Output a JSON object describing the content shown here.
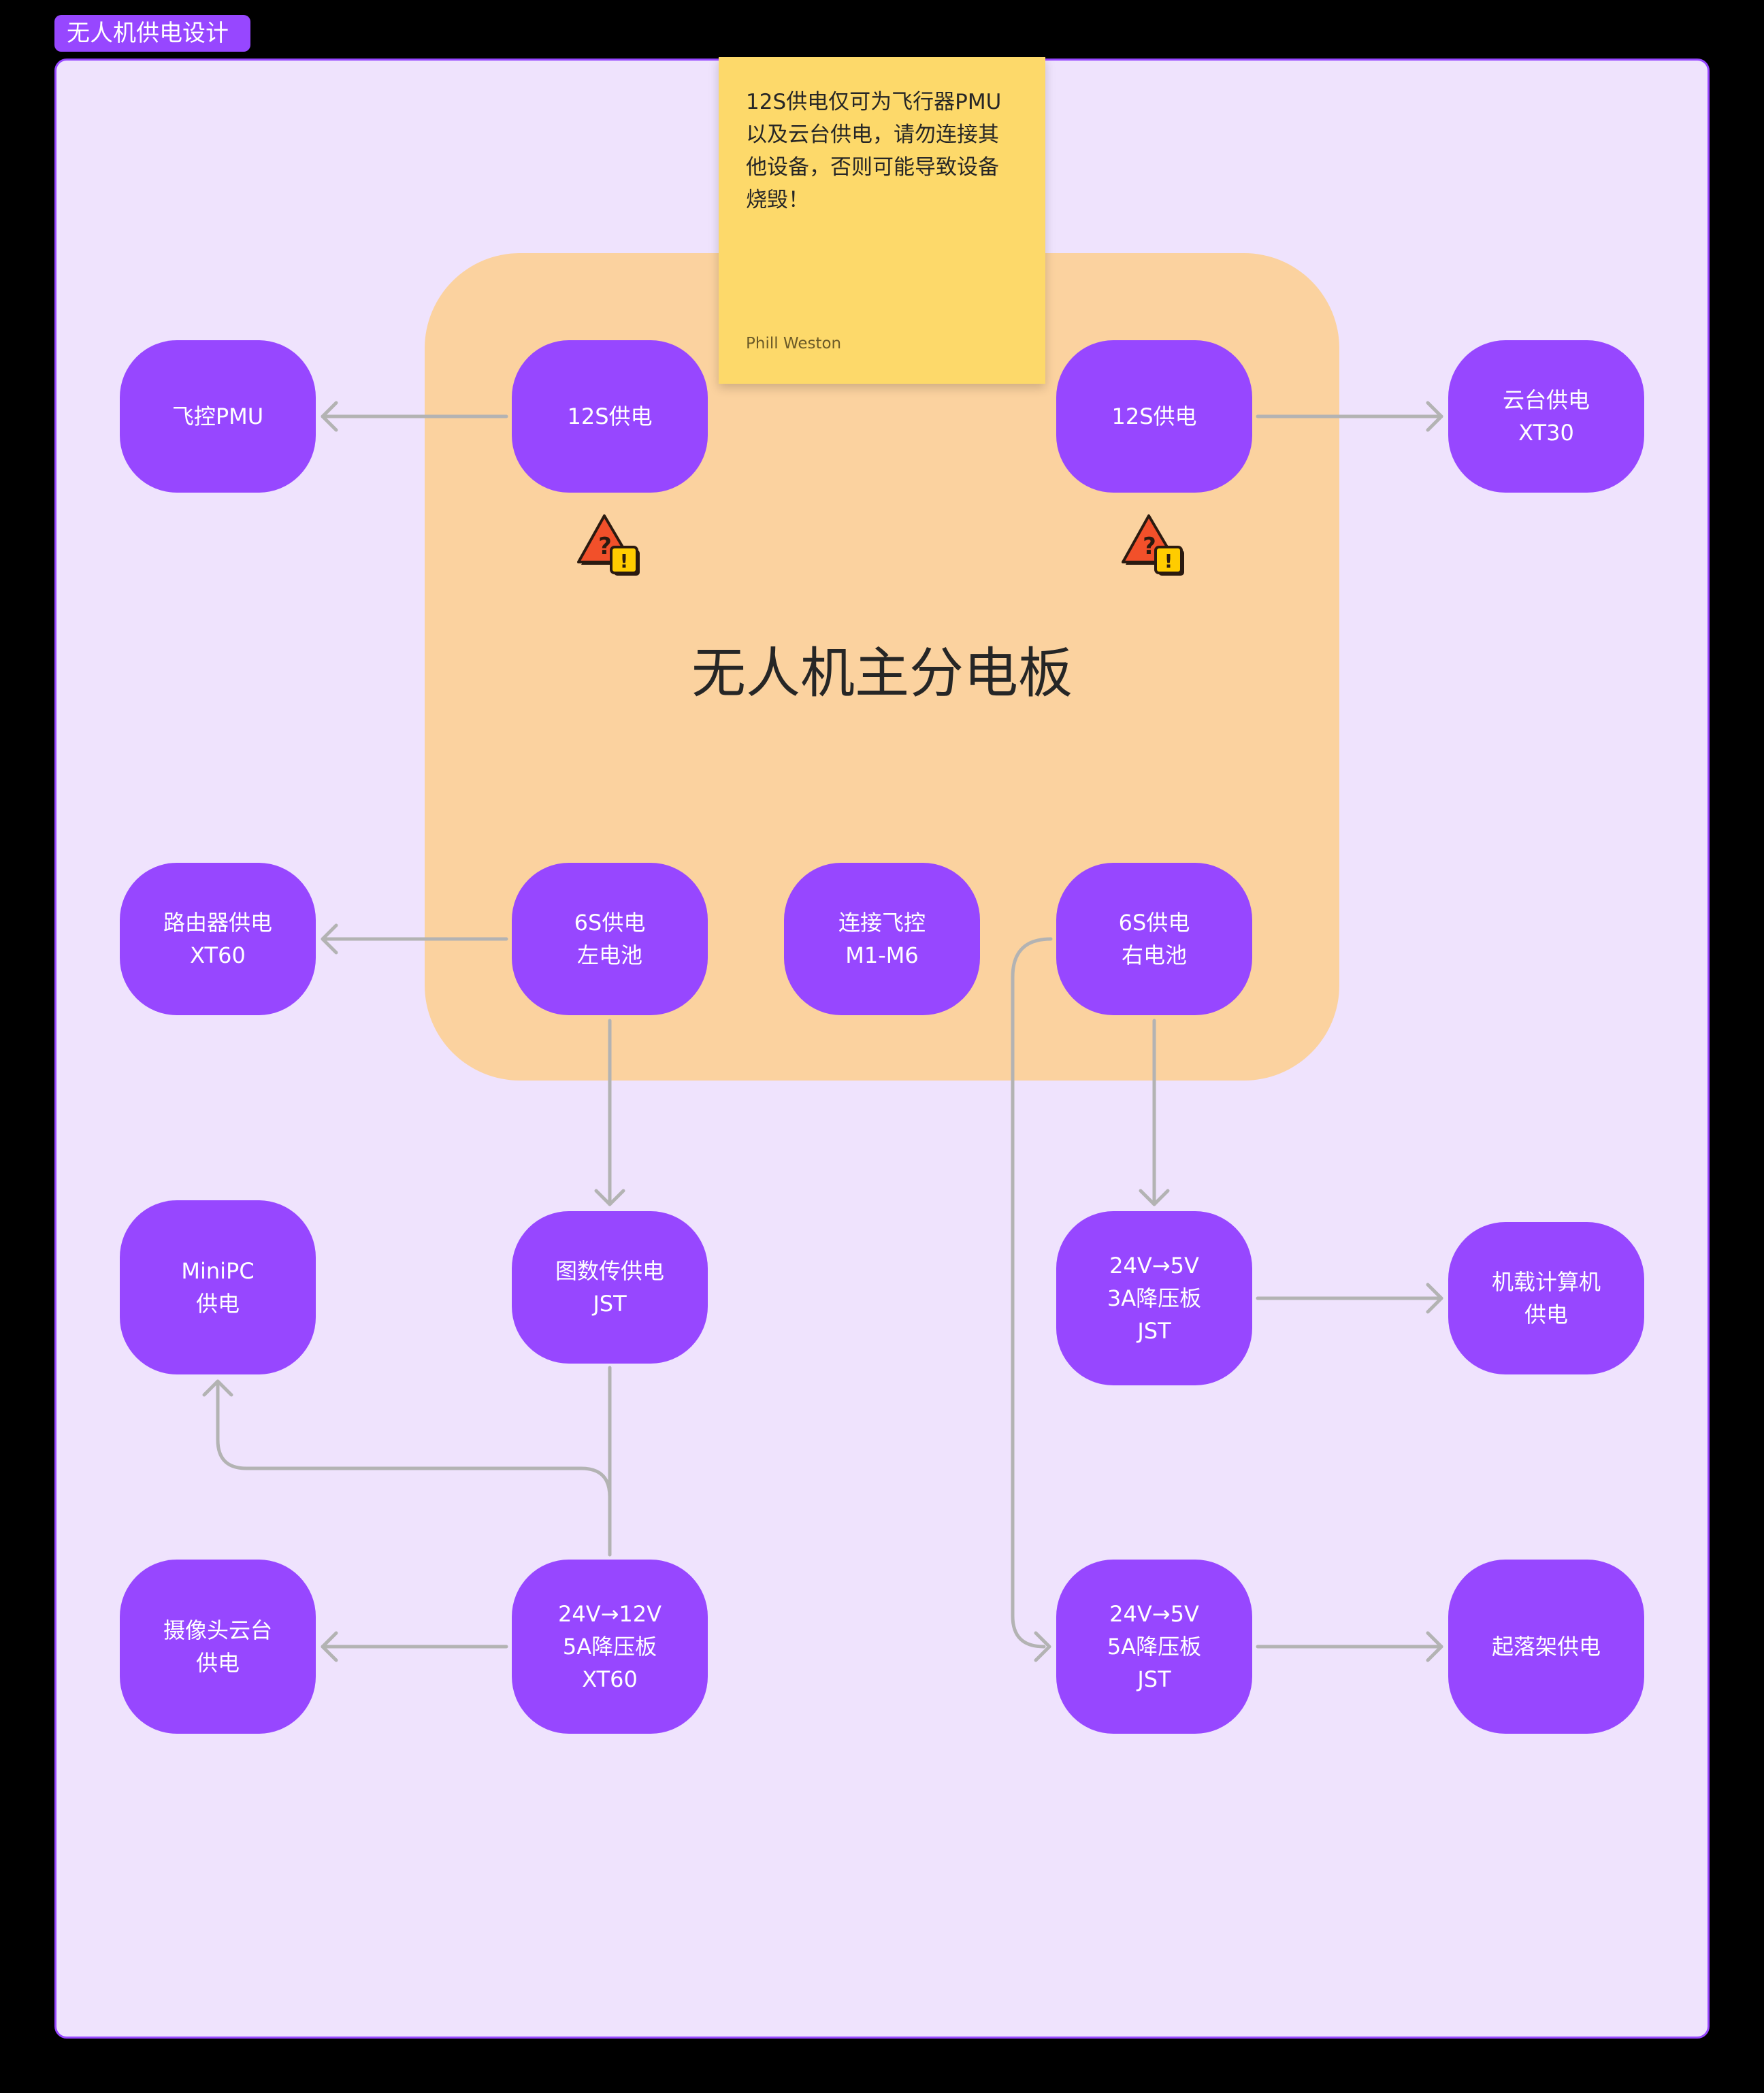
{
  "frame": {
    "label": "无人机供电设计"
  },
  "board": {
    "title": "无人机主分电板"
  },
  "sticky": {
    "text": "12S供电仅可为飞行器PMU以及云台供电，请勿连接其他设备，否则可能导致设备烧毁！",
    "author": "Phill Weston"
  },
  "nodes": {
    "flight_pmu": "飞控PMU",
    "s12_left": "12S供电",
    "s12_right": "12S供电",
    "gimbal_xt30": "云台供电\nXT30",
    "router": "路由器供电\nXT60",
    "s6_left": "6S供电\n左电池",
    "fc_m1m6": "连接飞控\nM1-M6",
    "s6_right": "6S供电\n右电池",
    "minipc": "MiniPC\n供电",
    "vtx_jst": "图数传供电\nJST",
    "buck_3a": "24V→5V\n3A降压板\nJST",
    "onboard_pc": "机载计算机\n供电",
    "camera_gimbal": "摄像头云台\n供电",
    "buck_12v": "24V→12V\n5A降压板\nXT60",
    "buck_5a": "24V→5V\n5A降压板\nJST",
    "landing_gear": "起落架供电"
  },
  "colors": {
    "node": "#9747ff",
    "frame_bg": "#efe3fd",
    "board": "#fbd29f",
    "sticky": "#fdd96a",
    "wire": "#b3b3b3"
  },
  "icons": {
    "warning": "warning-triangle-icon"
  }
}
